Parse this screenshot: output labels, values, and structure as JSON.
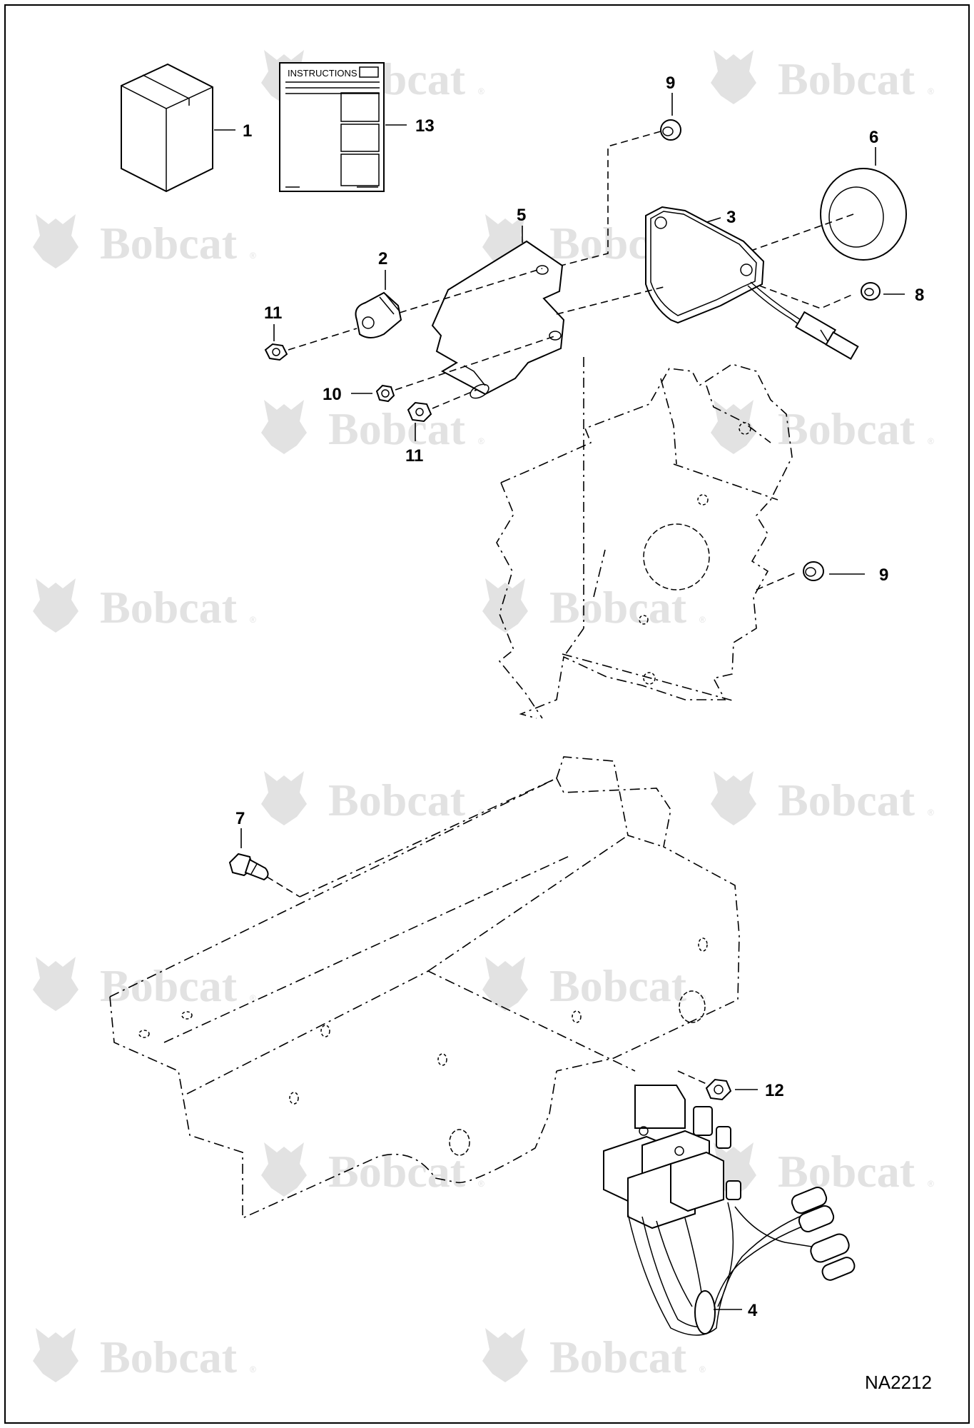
{
  "watermark": {
    "brand": "Bobcat",
    "reg_mark": "®"
  },
  "instructions": {
    "heading": "INSTRUCTIONS"
  },
  "callouts": {
    "c1": "1",
    "c2": "2",
    "c3": "3",
    "c4": "4",
    "c5": "5",
    "c6": "6",
    "c7": "7",
    "c8": "8",
    "c9a": "9",
    "c9b": "9",
    "c10": "10",
    "c11a": "11",
    "c11b": "11",
    "c12": "12",
    "c13": "13"
  },
  "drawing_code": "NA2212"
}
